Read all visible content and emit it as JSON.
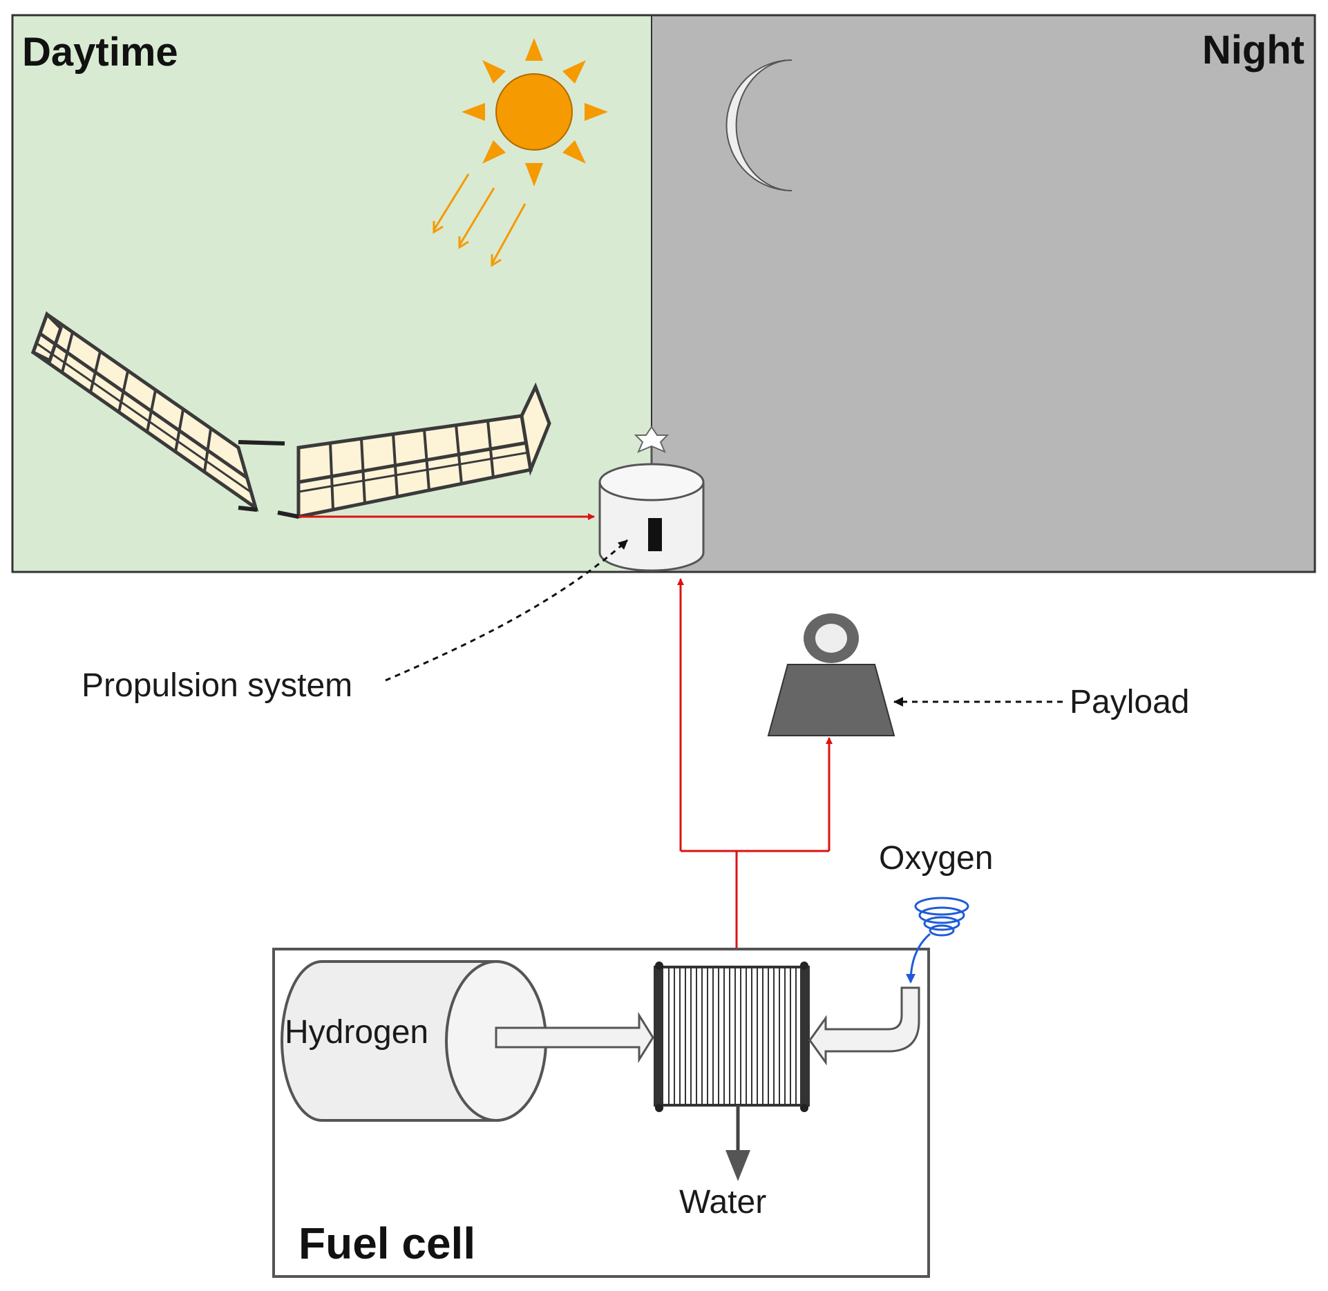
{
  "labels": {
    "daytime": "Daytime",
    "night": "Night",
    "propulsion_system": "Propulsion system",
    "payload": "Payload",
    "oxygen": "Oxygen",
    "hydrogen": "Hydrogen",
    "water": "Water",
    "fuel_cell": "Fuel cell"
  },
  "colors": {
    "daytime_bg": "#d9ead3",
    "night_bg": "#b7b7b7",
    "sun": "#f59a00",
    "power_line": "#dd1111",
    "oxygen_coil": "#1e5bd8",
    "solar_cell": "#fdf3d7",
    "payload_weight": "#666666"
  },
  "icons": {
    "sun": "sun-icon",
    "moon": "moon-icon",
    "solar_wing": "solar-wing-icon",
    "propulsion": "propulsion-motor-icon",
    "payload": "weight-icon",
    "hydrogen_tank": "tank-icon",
    "fuel_cell_stack": "fuel-cell-stack-icon"
  }
}
